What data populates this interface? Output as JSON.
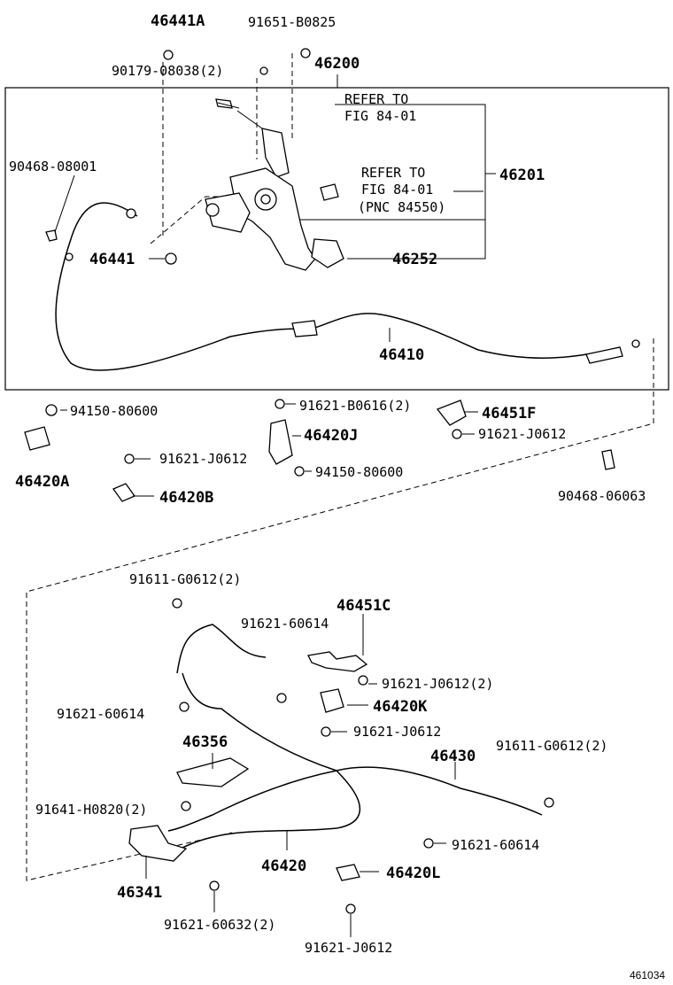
{
  "figure_number": "461034",
  "refer_notes": {
    "fig_8401_upper_line1": "REFER TO",
    "fig_8401_upper_line2": "FIG 84-01",
    "fig_8401_lower_line1": "REFER TO",
    "fig_8401_lower_line2": "FIG 84-01",
    "fig_8401_lower_line3": "(PNC 84550)"
  },
  "part_labels": {
    "p46441A": "46441A",
    "p91651B0825": "91651-B0825",
    "p9017908038": "90179-08038(2)",
    "p46200": "46200",
    "p46201": "46201",
    "p9046808001": "90468-08001",
    "p46441": "46441",
    "p46252": "46252",
    "p46410": "46410",
    "p9415080600a": "94150-80600",
    "p91621B0616": "91621-B0616(2)",
    "p46451F": "46451F",
    "p46420J": "46420J",
    "p91621J0612a": "91621-J0612",
    "p46420A": "46420A",
    "p91621J0612b": "91621-J0612",
    "p9415080600b": "94150-80600",
    "p46420B": "46420B",
    "p9046806063": "90468-06063",
    "p91611G0612a": "91611-G0612(2)",
    "p46451C": "46451C",
    "p9162160614a": "91621-60614",
    "p91621J0612c": "91621-J0612(2)",
    "p9162160614b": "91621-60614",
    "p46420K": "46420K",
    "p46356": "46356",
    "p91621J0612d": "91621-J0612",
    "p91611G0612b": "91611-G0612(2)",
    "p46430": "46430",
    "p91641H0820": "91641-H0820(2)",
    "p9162160614c": "91621-60614",
    "p46420": "46420",
    "p46420L": "46420L",
    "p46341": "46341",
    "p9162160632": "91621-60632(2)",
    "p91621J0612e": "91621-J0612"
  }
}
